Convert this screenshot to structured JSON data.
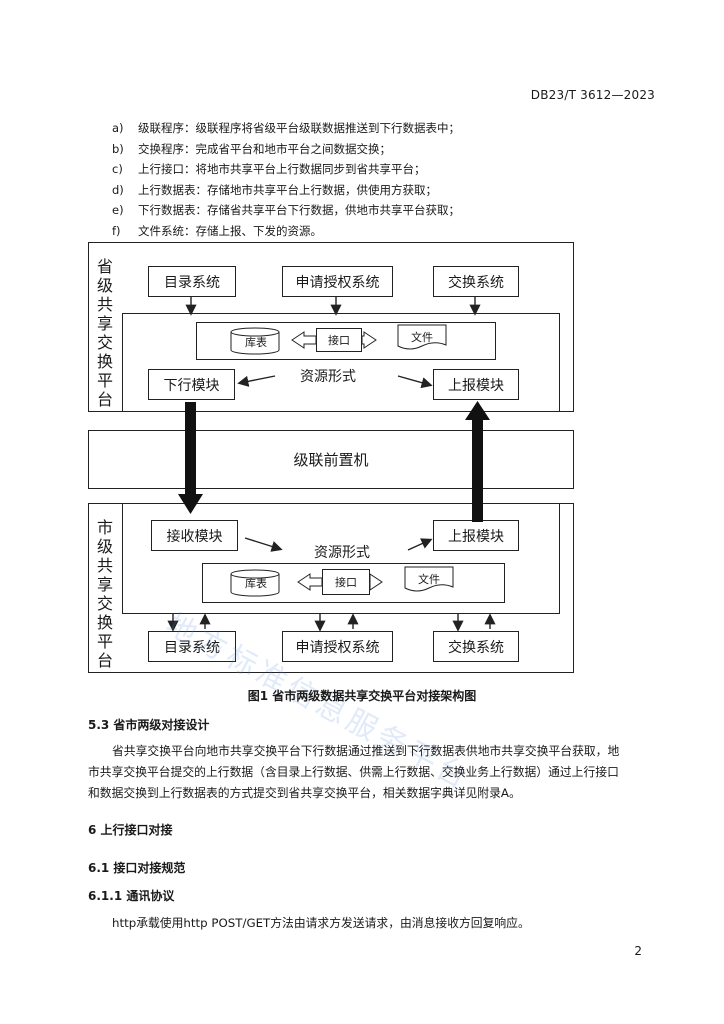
{
  "header": {
    "doc_code": "DB23/T 3612—2023"
  },
  "list": [
    {
      "marker": "a)",
      "text": "级联程序：级联程序将省级平台级联数据推送到下行数据表中；"
    },
    {
      "marker": "b)",
      "text": "交换程序：完成省平台和地市平台之间数据交换；"
    },
    {
      "marker": "c)",
      "text": "上行接口：将地市共享平台上行数据同步到省共享平台；"
    },
    {
      "marker": "d)",
      "text": "上行数据表：存储地市共享平台上行数据，供使用方获取；"
    },
    {
      "marker": "e)",
      "text": "下行数据表：存储省共享平台下行数据，供地市共享平台获取；"
    },
    {
      "marker": "f)",
      "text": "文件系统：存储上报、下发的资源。"
    }
  ],
  "diagram": {
    "province": {
      "side_label": "省级共享交换平台",
      "top_boxes": [
        "目录系统",
        "申请授权系统",
        "交换系统"
      ],
      "resource": {
        "table": "库表",
        "interface": "接口",
        "file": "文件",
        "label": "资源形式"
      },
      "down_module": "下行模块",
      "up_module": "上报模块"
    },
    "middle": {
      "label": "级联前置机"
    },
    "city": {
      "side_label": "市级共享交换平台",
      "receive_module": "接收模块",
      "up_module": "上报模块",
      "resource": {
        "table": "库表",
        "interface": "接口",
        "file": "文件",
        "label": "资源形式"
      },
      "bottom_boxes": [
        "目录系统",
        "申请授权系统",
        "交换系统"
      ]
    }
  },
  "figure": {
    "caption": "图1   省市两级数据共享交换平台对接架构图"
  },
  "section_5_3": {
    "heading": "5.3   省市两级对接设计",
    "paragraph_lines": [
      "省共享交换平台向地市共享交换平台下行数据通过推送到下行数据表供地市共享交换平台获取，地",
      "市共享交换平台提交的上行数据（含目录上行数据、供需上行数据、交换业务上行数据）通过上行接口",
      "和数据交换到上行数据表的方式提交到省共享交换平台，相关数据字典详见附录A。"
    ]
  },
  "section_6": {
    "heading": "6   上行接口对接"
  },
  "section_6_1": {
    "heading": "6.1   接口对接规范"
  },
  "section_6_1_1": {
    "heading": "6.1.1   通讯协议",
    "paragraph": "http承载使用http POST/GET方法由请求方发送请求，由消息接收方回复响应。"
  },
  "footer": {
    "page_number": "2"
  },
  "watermark": {
    "text": "地方标准信息服务平台"
  }
}
